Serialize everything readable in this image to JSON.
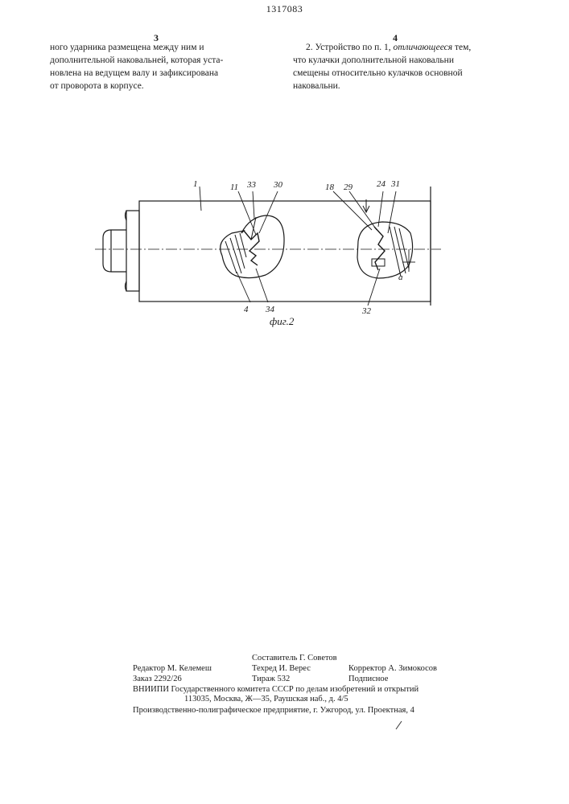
{
  "header": {
    "doc_number": "1317083",
    "col_left_num": "3",
    "col_right_num": "4"
  },
  "left_column": {
    "lines": [
      "ного ударника  размещена между ним и",
      "дополнительной наковальней, которая уста-",
      "новлена на ведущем валу и зафиксирована",
      "от проворота в корпусе."
    ]
  },
  "right_column": {
    "line1": "2. Устройство по п. 1,",
    "line1_em": "отличающееся",
    "line1_end": "тем,",
    "lines": [
      "что кулачки дополнительной наковальни",
      "смещены относительно кулачков основной",
      "наковальни."
    ]
  },
  "figure": {
    "caption": "фиг.2",
    "labels": {
      "l1": "1",
      "l11": "11",
      "l33": "33",
      "l30": "30",
      "l18": "18",
      "l29": "29",
      "l24": "24",
      "l31": "31",
      "l4": "4",
      "l34": "34",
      "l32": "32",
      "la": "a"
    }
  },
  "footer": {
    "compiler": "Составитель Г. Советов",
    "editor": "Редактор М. Келемеш",
    "techred": "Техред И. Верес",
    "corrector": "Корректор А. Зимокосов",
    "order": "Заказ 2292/26",
    "circulation": "Тираж 532",
    "subscription": "Подписное",
    "org1": "ВНИИПИ Государственного комитета СССР по делам изобретений и открытий",
    "org2": "113035, Москва, Ж—35, Раушская наб., д. 4/5",
    "printer": "Производственно-полиграфическое предприятие, г. Ужгород, ул. Проектная, 4"
  }
}
